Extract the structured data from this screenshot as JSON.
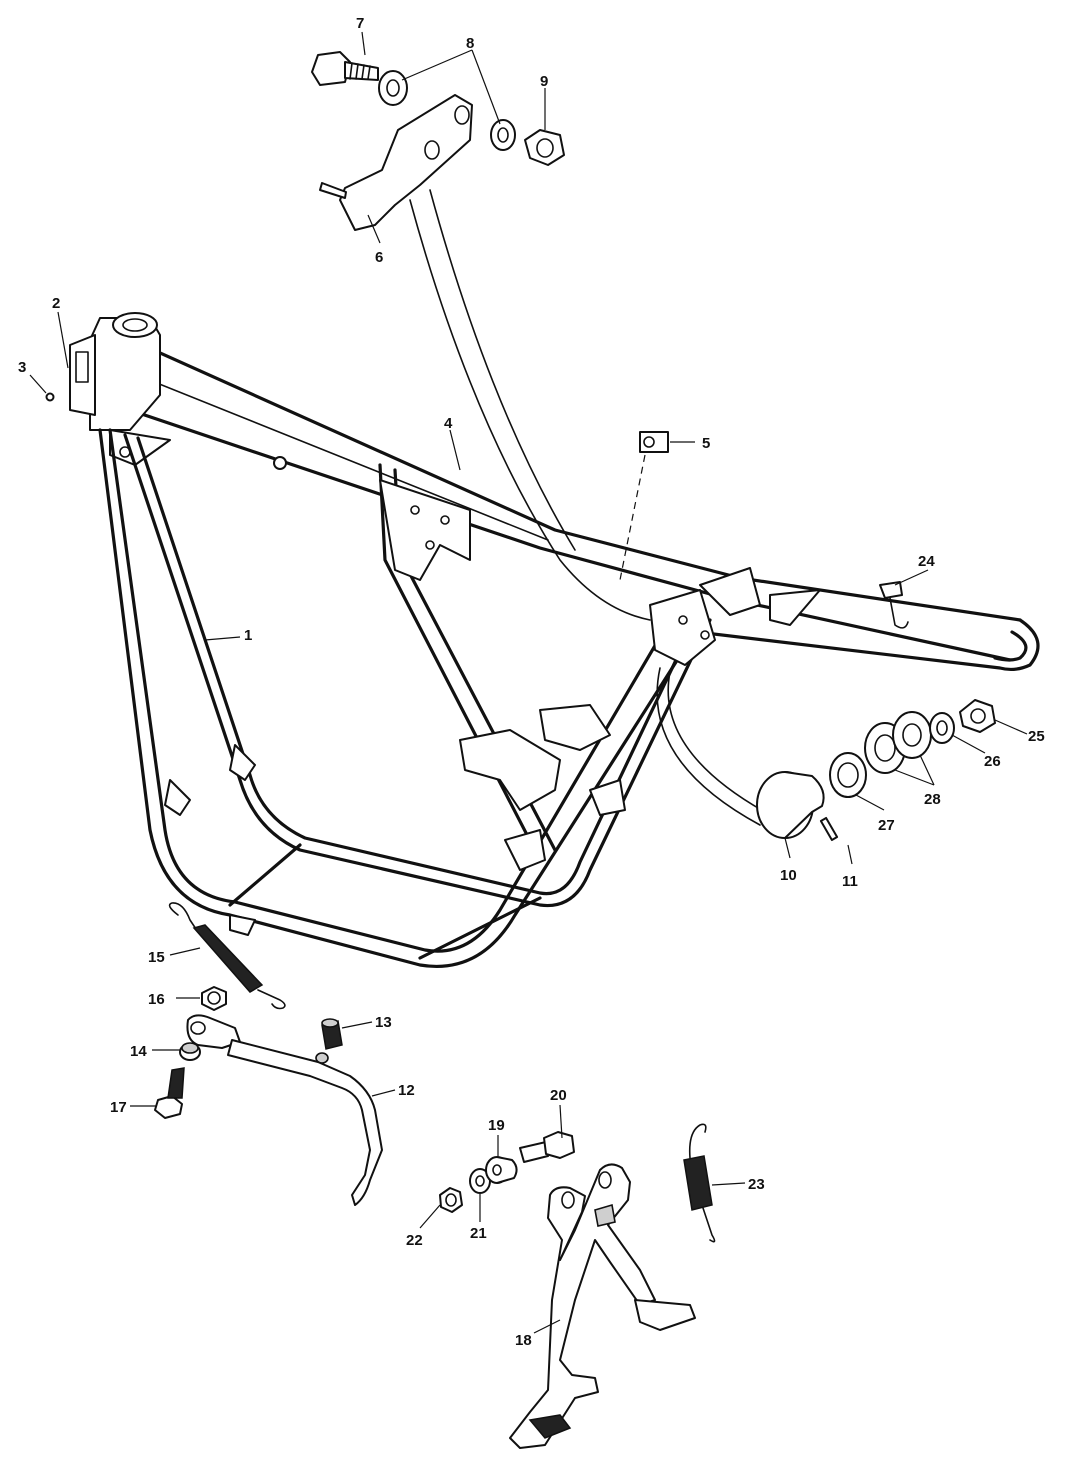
{
  "diagram": {
    "part_numbers": [
      "1",
      "2",
      "3",
      "4",
      "5",
      "6",
      "7",
      "8",
      "9",
      "10",
      "11",
      "12",
      "13",
      "14",
      "15",
      "16",
      "17",
      "18",
      "19",
      "20",
      "21",
      "22",
      "23",
      "24",
      "25",
      "26",
      "27",
      "28"
    ]
  }
}
